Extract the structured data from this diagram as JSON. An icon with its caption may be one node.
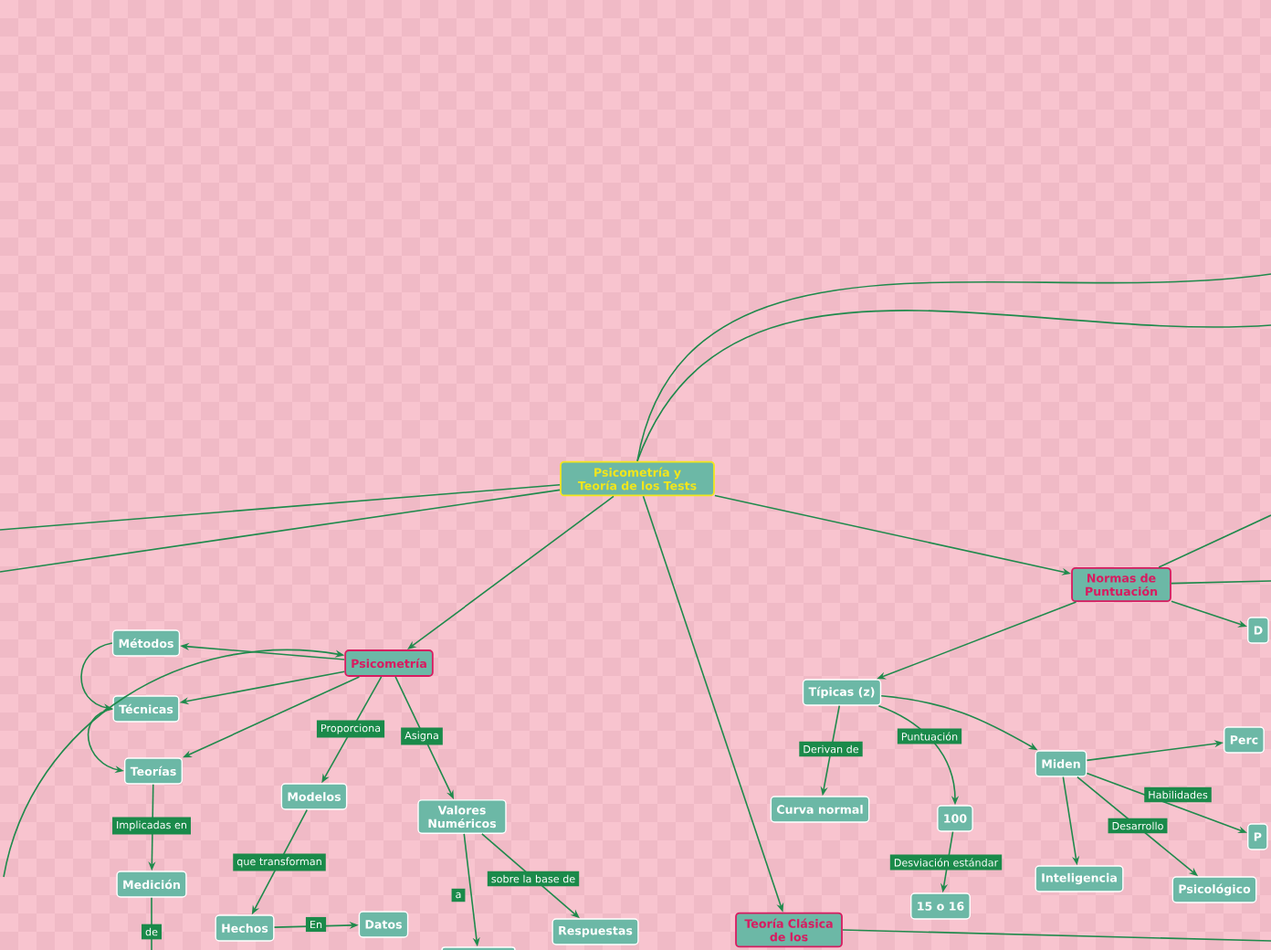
{
  "diagram": {
    "nodes": [
      {
        "text": [
          "Psicometría y Teoría de los Tests"
        ]
      },
      {
        "text": [
          "Psicometría"
        ]
      },
      {
        "text": [
          "Métodos"
        ]
      },
      {
        "text": [
          "Técnicas"
        ]
      },
      {
        "text": [
          "Teorías"
        ]
      },
      {
        "text": [
          "Modelos"
        ]
      },
      {
        "text": [
          "Valores Numéricos"
        ]
      },
      {
        "text": [
          "Medición"
        ]
      },
      {
        "text": [
          "Hechos"
        ]
      },
      {
        "text": [
          "Datos"
        ]
      },
      {
        "text": [
          "Respuestas"
        ]
      },
      {
        "text": [
          "Normas de Puntuación"
        ]
      },
      {
        "text": [
          "D"
        ]
      },
      {
        "text": [
          "Típicas (z)"
        ]
      },
      {
        "text": [
          "Miden"
        ]
      },
      {
        "text": [
          "Perc"
        ]
      },
      {
        "text": [
          "P"
        ]
      },
      {
        "text": [
          "Curva normal"
        ]
      },
      {
        "text": [
          "100"
        ]
      },
      {
        "text": [
          "Inteligencia"
        ]
      },
      {
        "text": [
          "Psicológico"
        ]
      },
      {
        "text": [
          "15 o 16"
        ]
      },
      {
        "text": [
          "Teoría Clásica de los"
        ]
      },
      {
        "text": [],
        "shape": "box"
      }
    ],
    "edges": [
      {
        "from": 0,
        "to": 1,
        "arrow": "to"
      },
      {
        "from": 0,
        "to": 11,
        "arrow": "to"
      },
      {
        "from": 0,
        "to": 22,
        "arrow": "to"
      },
      {
        "from": 0,
        "to": null,
        "arrow": "none"
      },
      {
        "from": 0,
        "to": null,
        "arrow": "none"
      },
      {
        "from": 0,
        "to": null,
        "arrow": "none"
      },
      {
        "from": 0,
        "to": null,
        "arrow": "none"
      },
      {
        "from": null,
        "to": 1,
        "arrow": "to"
      },
      {
        "from": 1,
        "to": 2,
        "arrow": "to"
      },
      {
        "from": 1,
        "to": 3,
        "arrow": "to"
      },
      {
        "from": 1,
        "to": 4,
        "arrow": "to"
      },
      {
        "from": 2,
        "to": 3,
        "arrow": "to"
      },
      {
        "from": 3,
        "to": 4,
        "arrow": "to"
      },
      {
        "from": 1,
        "to": 5,
        "arrow": "to",
        "label": "Proporciona"
      },
      {
        "from": 1,
        "to": 6,
        "arrow": "to",
        "label": "Asigna"
      },
      {
        "from": 4,
        "to": 7,
        "arrow": "to",
        "label": "Implicadas en"
      },
      {
        "from": 7,
        "to": null,
        "arrow": "none",
        "label": "de"
      },
      {
        "from": 5,
        "to": 8,
        "arrow": "to",
        "label": "que transforman"
      },
      {
        "from": 8,
        "to": 9,
        "arrow": "to",
        "label": "En"
      },
      {
        "from": 6,
        "to": 23,
        "arrow": "to",
        "label": "a"
      },
      {
        "from": 6,
        "to": 10,
        "arrow": "to",
        "label": "sobre la base de"
      },
      {
        "from": 11,
        "to": null,
        "arrow": "none"
      },
      {
        "from": 11,
        "to": null,
        "arrow": "none"
      },
      {
        "from": 11,
        "to": 12,
        "arrow": "to"
      },
      {
        "from": 11,
        "to": 13,
        "arrow": "to"
      },
      {
        "from": 13,
        "to": 17,
        "arrow": "to",
        "label": "Derivan de"
      },
      {
        "from": 13,
        "to": 18,
        "arrow": "to",
        "label": "Puntuación"
      },
      {
        "from": 13,
        "to": 14,
        "arrow": "to"
      },
      {
        "from": 18,
        "to": 21,
        "arrow": "to",
        "label": "Desviación estándar"
      },
      {
        "from": 14,
        "to": 15,
        "arrow": "to"
      },
      {
        "from": 14,
        "to": 16,
        "arrow": "to",
        "label": "Habilidades"
      },
      {
        "from": 14,
        "to": 20,
        "arrow": "to",
        "label": "Desarrollo"
      },
      {
        "from": 14,
        "to": 19,
        "arrow": "to"
      },
      {
        "from": 22,
        "to": null,
        "arrow": "none"
      }
    ]
  }
}
